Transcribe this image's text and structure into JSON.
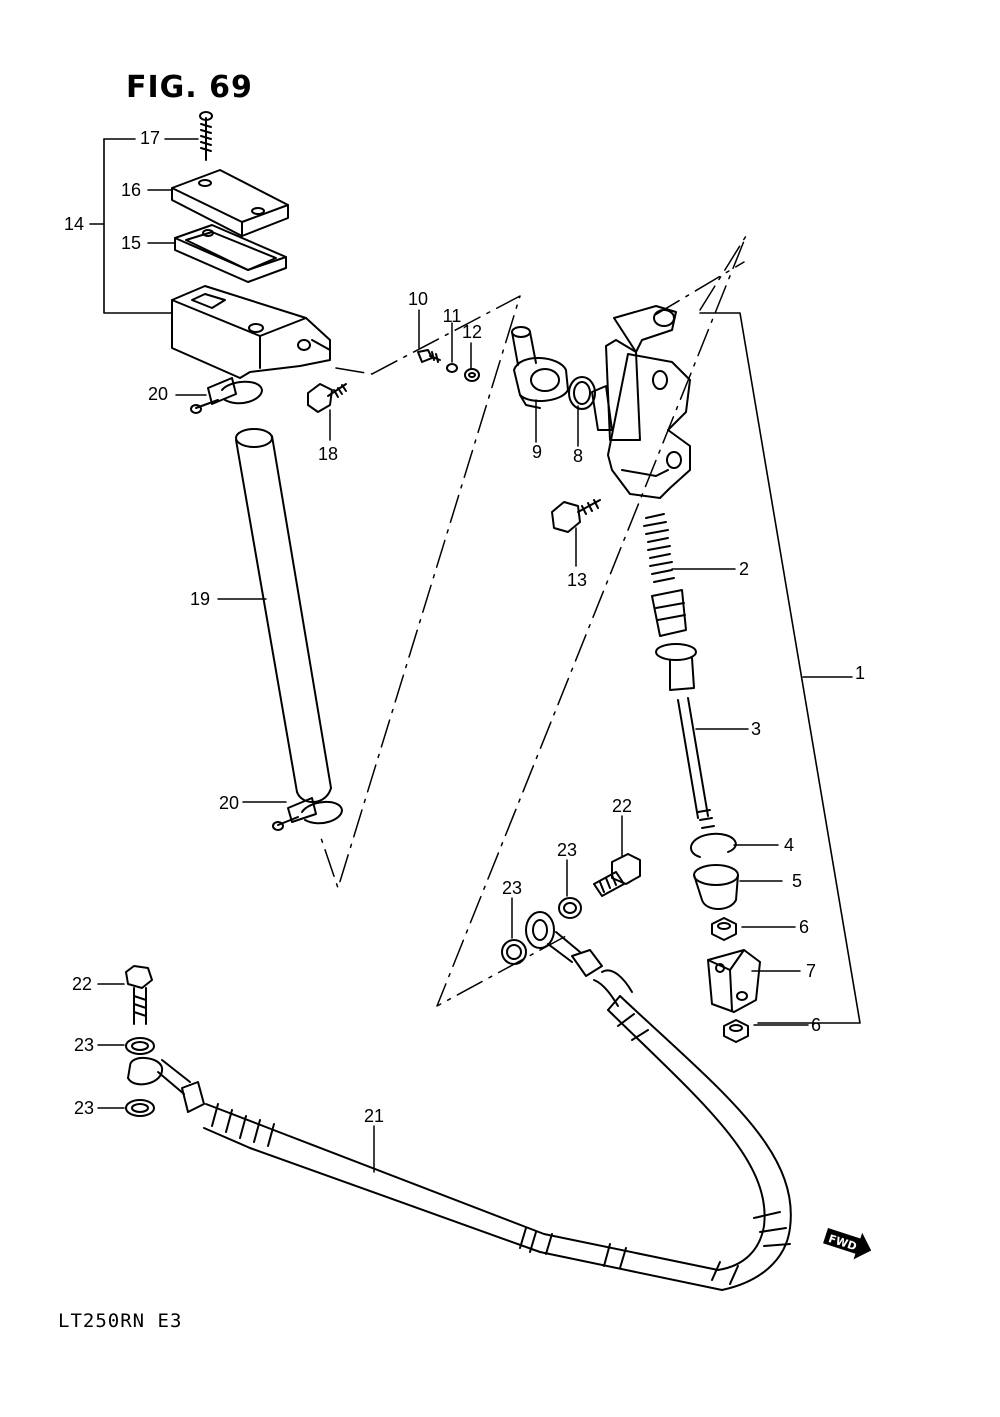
{
  "figure": {
    "title": "FIG. 69",
    "model_code": "LT250RN E3",
    "fwd_badge": "FWD"
  },
  "callouts": [
    "1",
    "2",
    "3",
    "4",
    "5",
    "6",
    "6",
    "7",
    "8",
    "9",
    "10",
    "11",
    "12",
    "13",
    "14",
    "15",
    "16",
    "17",
    "18",
    "19",
    "20",
    "20",
    "21",
    "22",
    "22",
    "23",
    "23",
    "23",
    "23"
  ]
}
